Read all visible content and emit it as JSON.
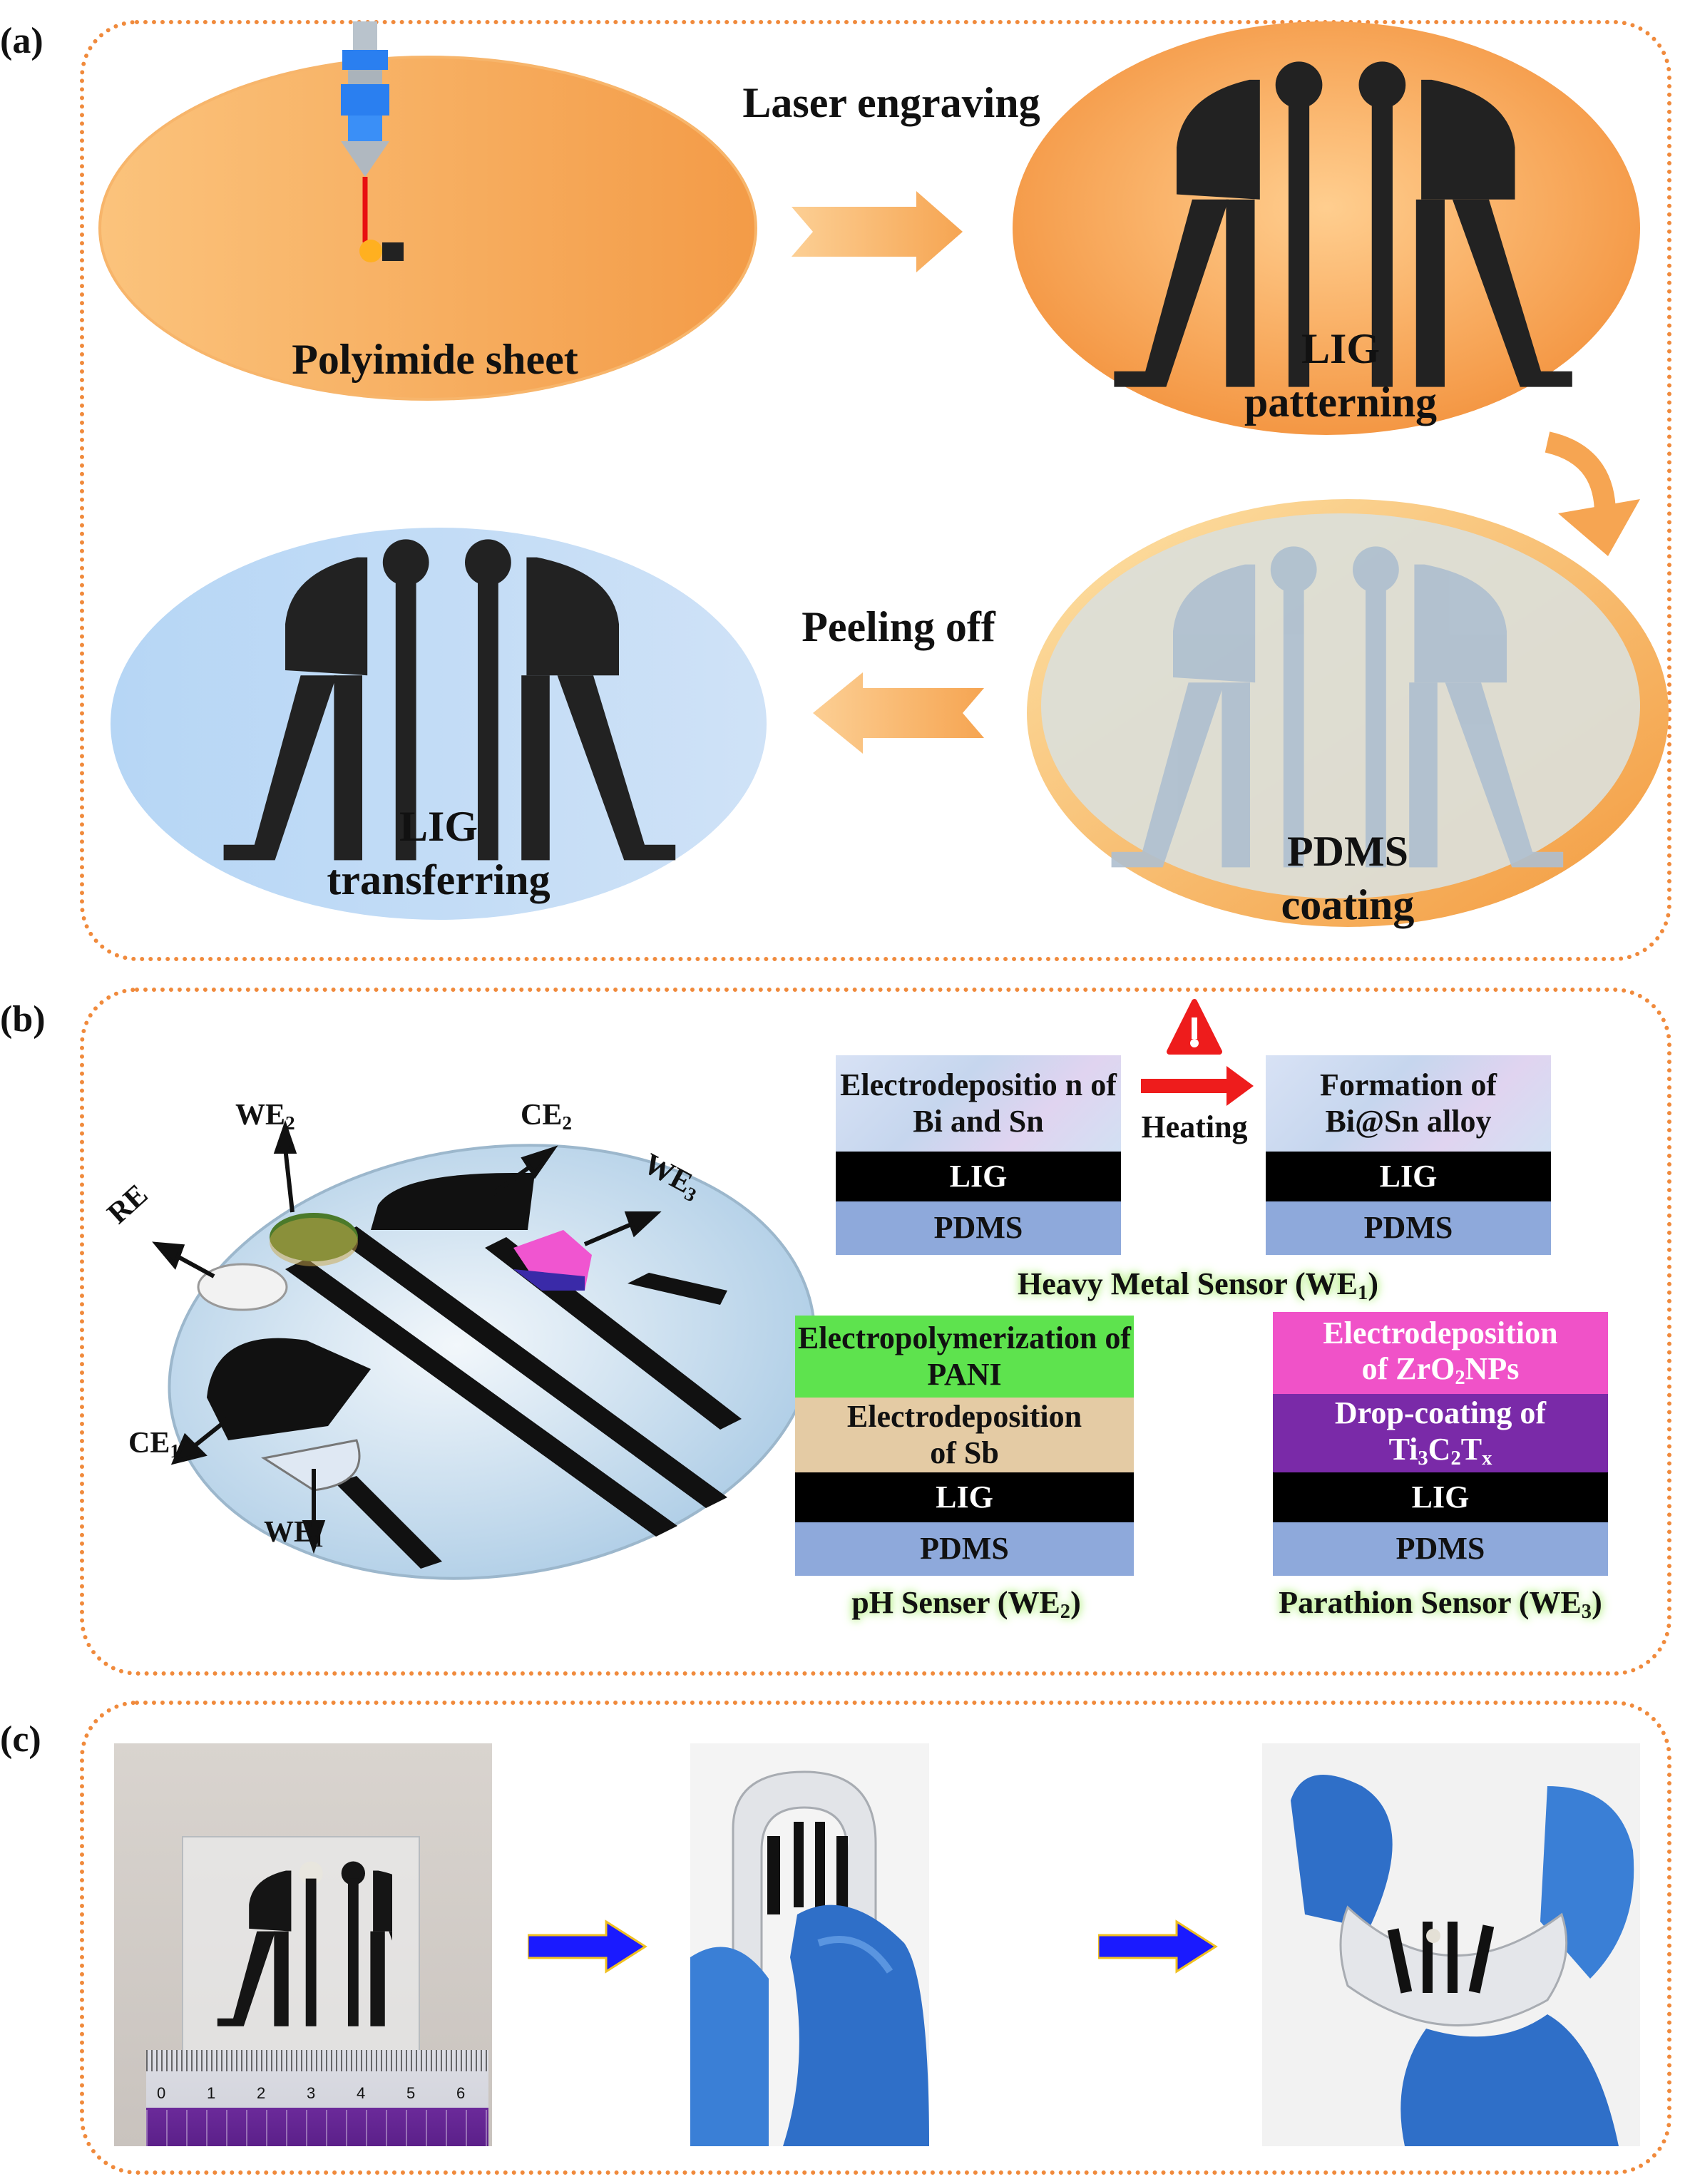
{
  "panels": {
    "a": {
      "letter": "(a)",
      "steps": {
        "polyimide": "Polyimide sheet",
        "laser": "Laser engraving",
        "lig_pattern_1": "LIG",
        "lig_pattern_2": "patterning",
        "pdms_1": "PDMS",
        "pdms_2": "coating",
        "peeling": "Peeling off",
        "lig_transfer_1": "LIG",
        "lig_transfer_2": "transferring"
      }
    },
    "b": {
      "letter": "(b)",
      "electrode_labels": {
        "we2": "WE",
        "we2_sub": "2",
        "ce2": "CE",
        "ce2_sub": "2",
        "we3": "WE",
        "we3_sub": "3",
        "re": "RE",
        "ce1": "CE",
        "ce1_sub": "1",
        "we1": "WE",
        "we1_sub": "1"
      },
      "heavy_metal": {
        "left_top": "Electrodepositio n of Bi and Sn",
        "left_lig": "LIG",
        "left_pdms": "PDMS",
        "heating": "Heating",
        "right_top": "Formation of Bi@Sn alloy",
        "right_lig": "LIG",
        "right_pdms": "PDMS",
        "caption": "Heavy Metal Sensor (WE",
        "caption_sub": "1",
        "caption_end": ")"
      },
      "ph": {
        "layer1": "Electropolymerization of PANI",
        "layer2": "Electrodeposition of Sb",
        "layer3": "LIG",
        "layer4": "PDMS",
        "caption": "pH Senser (WE",
        "caption_sub": "2",
        "caption_end": ")"
      },
      "parathion": {
        "layer1a": "Electrodeposition",
        "layer1b": "of ZrO",
        "layer1b_sub": "2",
        "layer1b_end": "NPs",
        "layer2a": "Drop-coating of",
        "layer2b": "Ti",
        "layer2b_sub1": "3",
        "layer2b_mid": "C",
        "layer2b_sub2": "2",
        "layer2b_mid2": "T",
        "layer2b_sub3": "x",
        "layer3": "LIG",
        "layer4": "PDMS",
        "caption": "Parathion Sensor (WE",
        "caption_sub": "3",
        "caption_end": ")"
      }
    },
    "c": {
      "letter": "(c)",
      "ruler_ticks": [
        "0",
        "1",
        "2",
        "3",
        "4",
        "5",
        "6"
      ]
    }
  },
  "colors": {
    "frame": "#f08a3c",
    "orange": "#f6a04d",
    "lig": "#000000",
    "pdms": "#8ea9db",
    "pani": "#5ee34e",
    "sb": "#e4cba4",
    "zro2": "#f052c8",
    "ti3c2": "#7a2aa8",
    "arrow_blue": "#1a1aff",
    "arrow_red": "#ff1a1a"
  }
}
